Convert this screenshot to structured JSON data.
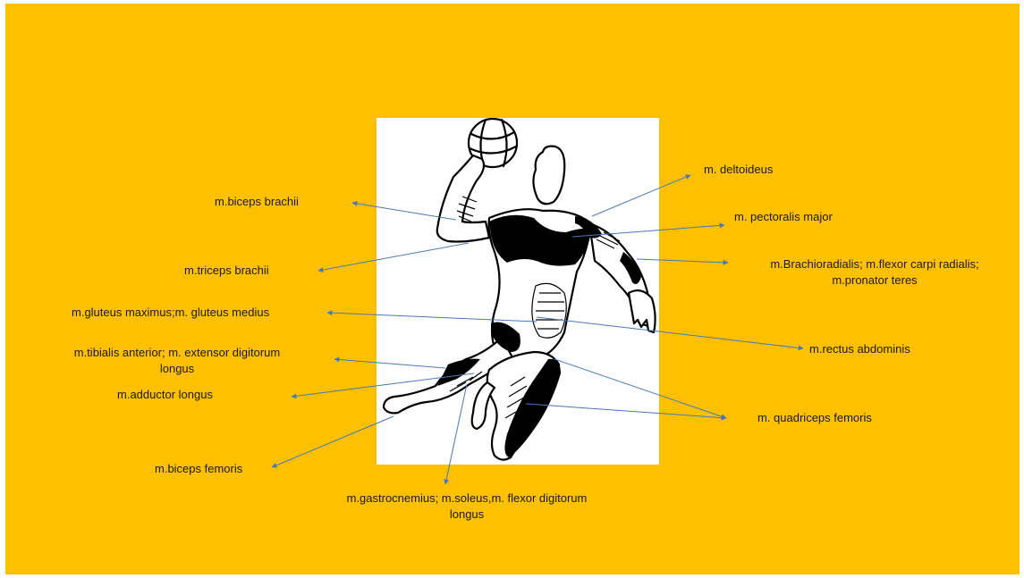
{
  "labels": {
    "deltoideus": "m. deltoideus",
    "biceps_brachii": "m.biceps brachii",
    "pectoralis_major": "m. pectoralis major",
    "triceps_brachii": "m.triceps brachii",
    "brachioradialis_line1": "m.Brachioradialis; m.flexor carpi radialis;",
    "brachioradialis_line2": "m.pronator teres",
    "gluteus": "m.gluteus maximus;m. gluteus medius",
    "rectus_abdominis": "m.rectus abdominis",
    "tibialis_line1": "m.tibialis anterior; m. extensor digitorum",
    "tibialis_line2": "longus",
    "adductor_longus": "m.adductor longus",
    "quadriceps_femoris": "m. quadriceps femoris",
    "biceps_femoris": "m.biceps femoris",
    "gastrocnemius_line1": "m.gastrocnemius; m.soleus,m. flexor digitorum",
    "gastrocnemius_line2": "longus"
  },
  "colors": {
    "background": "#FFC000",
    "panel": "#FFFFFF",
    "arrow": "#4A78B5",
    "muscle": "#000000"
  }
}
